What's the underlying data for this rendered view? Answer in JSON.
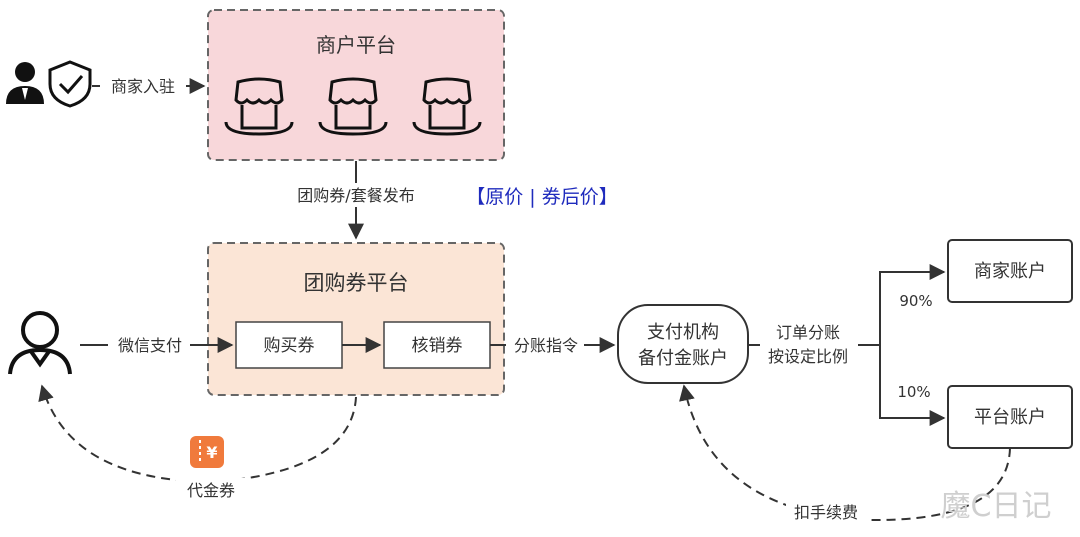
{
  "merchant_platform": {
    "title": "商户平台"
  },
  "merchant_onboard": {
    "label": "商家入驻"
  },
  "publish": {
    "label": "团购券/套餐发布",
    "price_note": "【原价 | 券后价】"
  },
  "groupbuy_platform": {
    "title": "团购券平台",
    "buy_voucher": "购买券",
    "redeem_voucher": "核销券"
  },
  "wechat_pay": {
    "label": "微信支付"
  },
  "split_instruction": {
    "label": "分账指令"
  },
  "payment_institution": {
    "line1": "支付机构",
    "line2": "备付金账户"
  },
  "order_split": {
    "line1": "订单分账",
    "line2": "按设定比例"
  },
  "merchant_account": {
    "label": "商家账户",
    "percent": "90%"
  },
  "platform_account": {
    "label": "平台账户",
    "percent": "10%"
  },
  "cash_voucher": {
    "label": "代金券",
    "icon_glyph": "¥"
  },
  "fee_deduction": {
    "label": "扣手续费"
  },
  "watermark": {
    "text": "魔C日记"
  },
  "colors": {
    "merchant_fill": "#f8d7da",
    "groupbuy_fill": "#fbe5d6",
    "price_note": "#1f2bbd",
    "voucher_icon": "#f07a3c",
    "line": "#333333"
  }
}
